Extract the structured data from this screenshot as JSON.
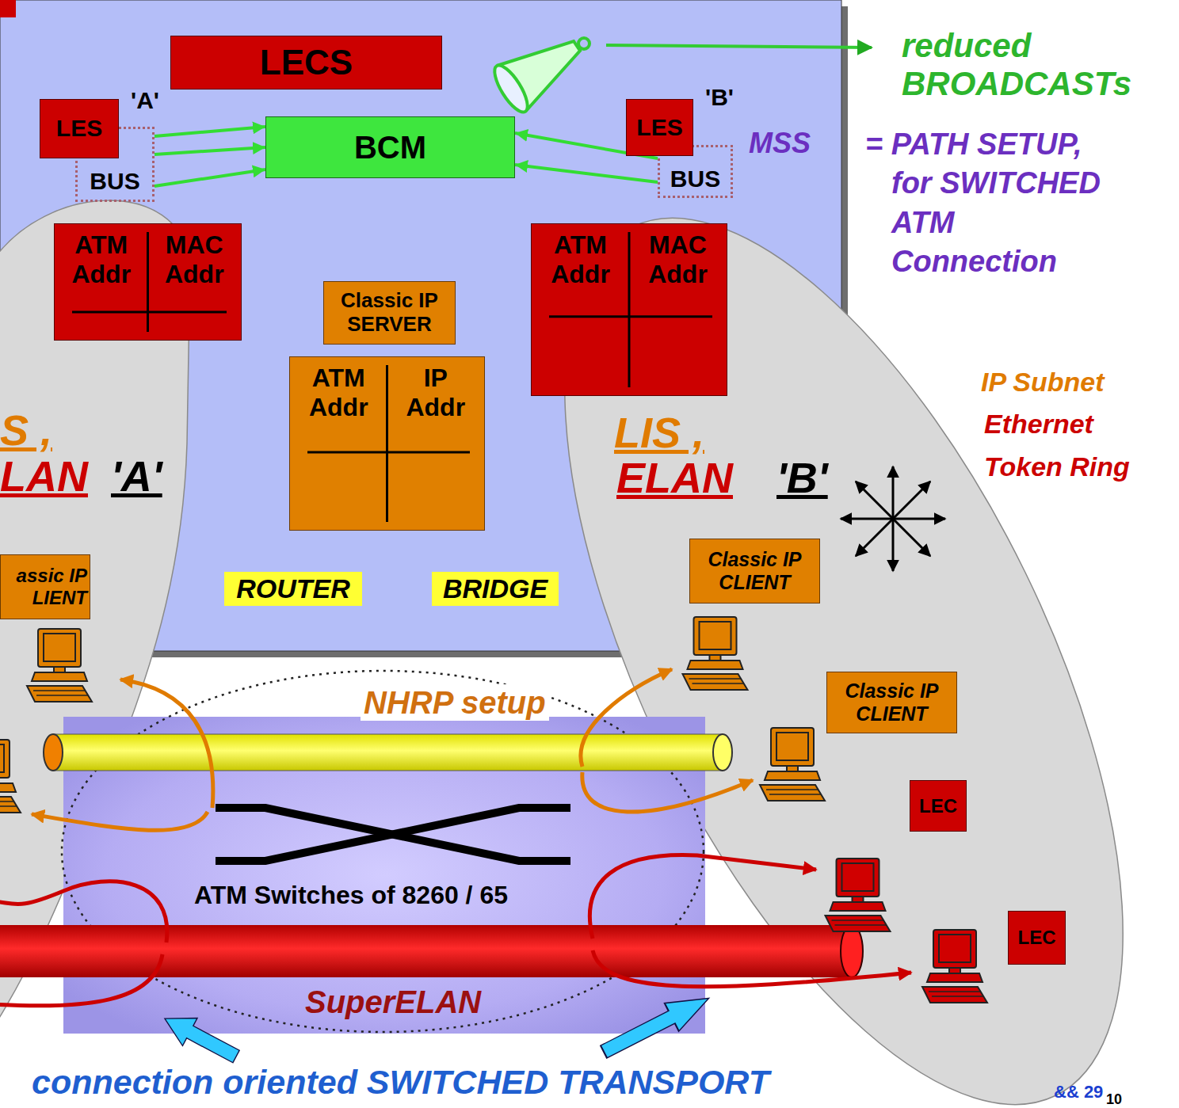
{
  "diagram": {
    "nodes": [
      {
        "text": [
          "MSS"
        ]
      },
      {
        "text": [
          "LECS"
        ],
        "in": 0
      },
      {
        "text": [
          "LES"
        ],
        "in": 0
      },
      {
        "text": [
          "BUS"
        ],
        "in": 0
      },
      {
        "text": [
          "BCM"
        ],
        "in": 0
      },
      {
        "text": [
          "LES"
        ],
        "in": 0
      },
      {
        "text": [
          "BUS"
        ],
        "in": 0
      },
      {
        "text": [
          "ATM Addr",
          "MAC Addr"
        ],
        "in": 0
      },
      {
        "text": [
          "Classic IP SERVER"
        ],
        "in": 0
      },
      {
        "text": [
          "ATM Addr",
          "IP Addr"
        ],
        "in": 0
      },
      {
        "text": [
          "ATM Addr",
          "MAC Addr"
        ],
        "in": 0
      },
      {
        "text": [
          "ROUTER"
        ],
        "in": 0
      },
      {
        "text": [
          "BRIDGE"
        ],
        "in": 0
      },
      {
        "text": [
          "S ,",
          "LAN",
          "'A'"
        ]
      },
      {
        "text": [
          "assic IP LIENT"
        ],
        "in": 13
      },
      {
        "text": [
          "LIS ,",
          "ELAN",
          "'B'"
        ]
      },
      {
        "text": [
          "Classic IP CLIENT"
        ],
        "in": 15
      },
      {
        "text": [
          "Classic IP CLIENT"
        ],
        "in": 15
      },
      {
        "text": [
          "LEC"
        ],
        "in": 15
      },
      {
        "text": [
          "LEC"
        ],
        "in": 15
      },
      {
        "text": [
          "ATM Switches of 8260 / 65"
        ]
      }
    ],
    "edges": [
      {
        "from": 3,
        "to": 4,
        "arrow": "to"
      },
      {
        "from": 3,
        "to": 4,
        "arrow": "to"
      },
      {
        "from": 3,
        "to": 4,
        "arrow": "to"
      },
      {
        "from": 6,
        "to": 4,
        "arrow": "to"
      },
      {
        "from": 6,
        "to": 4,
        "arrow": "to"
      }
    ],
    "labels": [
      "'A'",
      "'B'",
      "reduced BROADCASTs",
      "= PATH SETUP, for SWITCHED ATM Connection",
      "IP Subnet",
      "Ethernet",
      "Token Ring",
      "NHRP setup",
      "SuperELAN",
      "connection oriented SWITCHED TRANSPORT",
      "&& 29",
      "10"
    ]
  }
}
